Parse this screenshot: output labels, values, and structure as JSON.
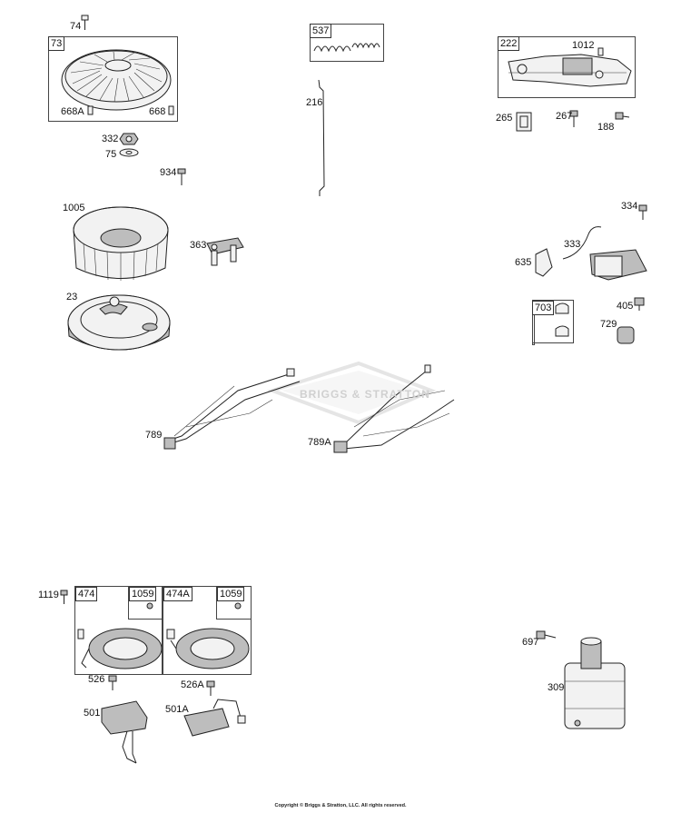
{
  "parts": {
    "p74": "74",
    "p73": "73",
    "p668A": "668A",
    "p668": "668",
    "p332": "332",
    "p75": "75",
    "p934": "934",
    "p1005": "1005",
    "p363": "363",
    "p23": "23",
    "p537": "537",
    "p216": "216",
    "p222": "222",
    "p1012": "1012",
    "p265": "265",
    "p267": "267",
    "p188": "188",
    "p334": "334",
    "p333": "333",
    "p635": "635",
    "p703": "703",
    "p405": "405",
    "p729": "729",
    "p789": "789",
    "p789A": "789A",
    "p1119": "1119",
    "p474": "474",
    "p1059a": "1059",
    "p474A": "474A",
    "p1059b": "1059",
    "p526": "526",
    "p526A": "526A",
    "p501": "501",
    "p501A": "501A",
    "p697": "697",
    "p309": "309"
  },
  "watermark": "BRIGGS & STRATTON",
  "copyright": "Copyright © Briggs & Stratton, LLC. All rights reserved."
}
